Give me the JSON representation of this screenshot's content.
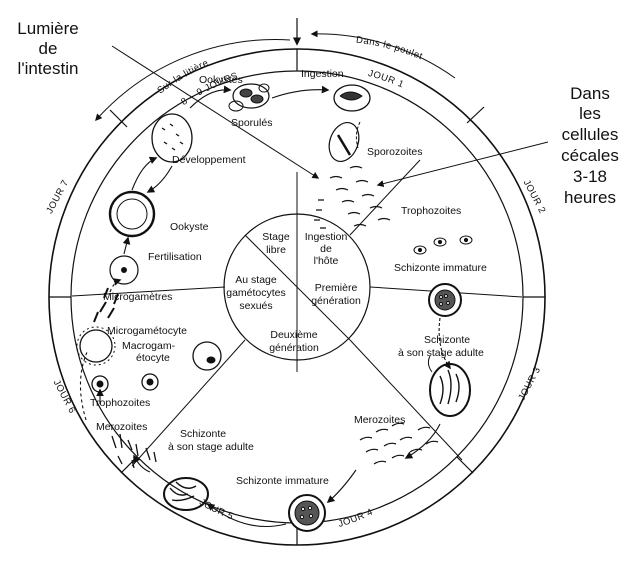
{
  "outside": {
    "lumiere_line1": "Lumière",
    "lumiere_line2": "de",
    "lumiere_line3": "l'intestin",
    "cecal_line1": "Dans",
    "cecal_line2": "les",
    "cecal_line3": "cellules",
    "cecal_line4": "cécales",
    "cecal_line5": "3-18",
    "cecal_line6": "heures"
  },
  "rim": {
    "sur_litiere": "Sur la litière",
    "dans_poulet": "Dans le poulet",
    "jours_8_9": "8 – 9 JOURS",
    "jour1": "JOUR 1",
    "jour2": "JOUR 2",
    "jour3": "JOUR 3",
    "jour4": "JOUR 4",
    "jour5": "JOUR 5",
    "jour6": "JOUR 6",
    "jour7": "JOUR 7"
  },
  "center": {
    "stage_libre_1": "Stage",
    "stage_libre_2": "libre",
    "ingestion_hote_1": "Ingestion",
    "ingestion_hote_2": "de",
    "ingestion_hote_3": "l'hôte",
    "gametocytes_1": "Au stage",
    "gametocytes_2": "gamétocytes",
    "gametocytes_3": "sexués",
    "premiere_1": "Première",
    "premiere_2": "génération",
    "deuxieme_1": "Deuxième",
    "deuxieme_2": "génération"
  },
  "stages": {
    "ookystes": "Ookystes",
    "sporules": "Sporulés",
    "ingestion": "Ingestion",
    "developpement": "Développement",
    "sporozoites": "Sporozoites",
    "trophozoites_right": "Trophozoites",
    "schizonte_immature_right": "Schizonte immature",
    "schizonte_adulte_right_1": "Schizonte",
    "schizonte_adulte_right_2": "à son stage adulte",
    "merozoites_right": "Merozoites",
    "schizonte_immature_bottom": "Schizonte immature",
    "schizonte_adulte_left_1": "Schizonte",
    "schizonte_adulte_left_2": "à son stage adulte",
    "merozoites_left": "Merozoites",
    "trophozoites_left": "Trophozoites",
    "macrogam_1": "Macrogam-",
    "macrogam_2": "étocyte",
    "microgametocyte": "Microgamétocyte",
    "microgametes": "Microgamètres",
    "fertilisation": "Fertilisation",
    "ookyste": "Ookyste"
  }
}
